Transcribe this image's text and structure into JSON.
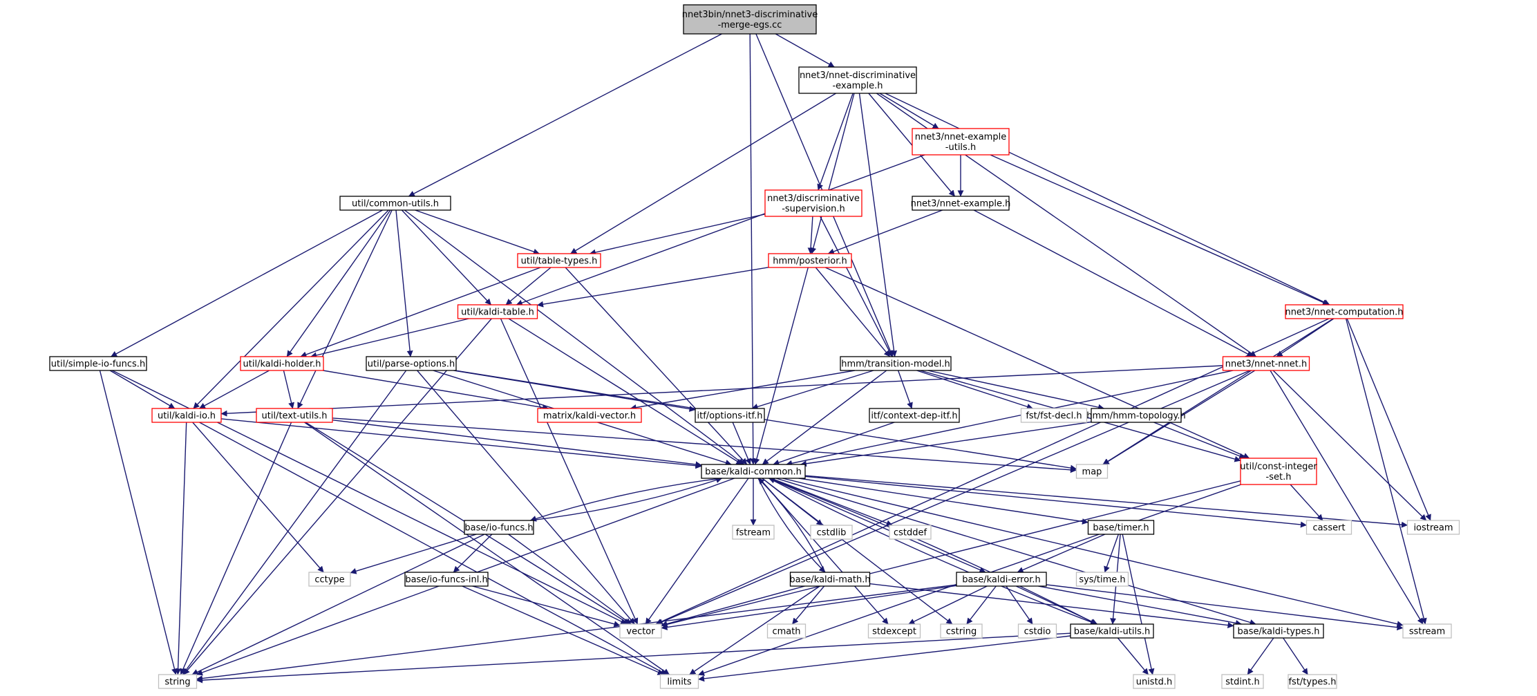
{
  "graph": {
    "colors": {
      "edge": "#191970",
      "root_fill": "#bfbfbf",
      "file_border": "#000000",
      "expandable_border": "#ff0000",
      "system_border": "#bfbfbf"
    },
    "nodes": [
      {
        "id": "root",
        "kind": "root",
        "lines": [
          "nnet3bin/nnet3-discriminative",
          "-merge-egs.cc"
        ]
      },
      {
        "id": "nde",
        "kind": "file",
        "lines": [
          "nnet3/nnet-discriminative",
          "-example.h"
        ]
      },
      {
        "id": "neu",
        "kind": "expandable",
        "lines": [
          "nnet3/nnet-example",
          "-utils.h"
        ]
      },
      {
        "id": "cu",
        "kind": "file",
        "lines": [
          "util/common-utils.h"
        ]
      },
      {
        "id": "ds",
        "kind": "expandable",
        "lines": [
          "nnet3/discriminative",
          "-supervision.h"
        ]
      },
      {
        "id": "ne",
        "kind": "file",
        "lines": [
          "nnet3/nnet-example.h"
        ]
      },
      {
        "id": "tt",
        "kind": "expandable",
        "lines": [
          "util/table-types.h"
        ]
      },
      {
        "id": "post",
        "kind": "expandable",
        "lines": [
          "hmm/posterior.h"
        ]
      },
      {
        "id": "kt",
        "kind": "expandable",
        "lines": [
          "util/kaldi-table.h"
        ]
      },
      {
        "id": "nc",
        "kind": "expandable",
        "lines": [
          "nnet3/nnet-computation.h"
        ]
      },
      {
        "id": "sio",
        "kind": "file",
        "lines": [
          "util/simple-io-funcs.h"
        ]
      },
      {
        "id": "kh",
        "kind": "expandable",
        "lines": [
          "util/kaldi-holder.h"
        ]
      },
      {
        "id": "po",
        "kind": "file",
        "lines": [
          "util/parse-options.h"
        ]
      },
      {
        "id": "tm",
        "kind": "file",
        "lines": [
          "hmm/transition-model.h"
        ]
      },
      {
        "id": "nn",
        "kind": "expandable",
        "lines": [
          "nnet3/nnet-nnet.h"
        ]
      },
      {
        "id": "kio",
        "kind": "expandable",
        "lines": [
          "util/kaldi-io.h"
        ]
      },
      {
        "id": "tu",
        "kind": "expandable",
        "lines": [
          "util/text-utils.h"
        ]
      },
      {
        "id": "kv",
        "kind": "expandable",
        "lines": [
          "matrix/kaldi-vector.h"
        ]
      },
      {
        "id": "oi",
        "kind": "file",
        "lines": [
          "itf/options-itf.h"
        ]
      },
      {
        "id": "cd",
        "kind": "file",
        "lines": [
          "itf/context-dep-itf.h"
        ]
      },
      {
        "id": "fst",
        "kind": "system",
        "lines": [
          "fst/fst-decl.h"
        ]
      },
      {
        "id": "ht",
        "kind": "file",
        "lines": [
          "hmm/hmm-topology.h"
        ]
      },
      {
        "id": "ci",
        "kind": "expandable",
        "lines": [
          "util/const-integer",
          "-set.h"
        ]
      },
      {
        "id": "map",
        "kind": "system",
        "lines": [
          "map"
        ]
      },
      {
        "id": "kc",
        "kind": "file",
        "lines": [
          "base/kaldi-common.h"
        ]
      },
      {
        "id": "iof",
        "kind": "file",
        "lines": [
          "base/io-funcs.h"
        ]
      },
      {
        "id": "fstream",
        "kind": "system",
        "lines": [
          "fstream"
        ]
      },
      {
        "id": "cstdlib",
        "kind": "system",
        "lines": [
          "cstdlib"
        ]
      },
      {
        "id": "cstddef",
        "kind": "system",
        "lines": [
          "cstddef"
        ]
      },
      {
        "id": "timer",
        "kind": "file",
        "lines": [
          "base/timer.h"
        ]
      },
      {
        "id": "cassert",
        "kind": "system",
        "lines": [
          "cassert"
        ]
      },
      {
        "id": "iostream",
        "kind": "system",
        "lines": [
          "iostream"
        ]
      },
      {
        "id": "cctype",
        "kind": "system",
        "lines": [
          "cctype"
        ]
      },
      {
        "id": "iofi",
        "kind": "file",
        "lines": [
          "base/io-funcs-inl.h"
        ]
      },
      {
        "id": "km",
        "kind": "file",
        "lines": [
          "base/kaldi-math.h"
        ]
      },
      {
        "id": "ke",
        "kind": "file",
        "lines": [
          "base/kaldi-error.h"
        ]
      },
      {
        "id": "systime",
        "kind": "system",
        "lines": [
          "sys/time.h"
        ]
      },
      {
        "id": "vector",
        "kind": "system",
        "lines": [
          "vector"
        ]
      },
      {
        "id": "cmath",
        "kind": "system",
        "lines": [
          "cmath"
        ]
      },
      {
        "id": "stdexcept",
        "kind": "system",
        "lines": [
          "stdexcept"
        ]
      },
      {
        "id": "cstring",
        "kind": "system",
        "lines": [
          "cstring"
        ]
      },
      {
        "id": "cstdio",
        "kind": "system",
        "lines": [
          "cstdio"
        ]
      },
      {
        "id": "ku",
        "kind": "file",
        "lines": [
          "base/kaldi-utils.h"
        ]
      },
      {
        "id": "kty",
        "kind": "file",
        "lines": [
          "base/kaldi-types.h"
        ]
      },
      {
        "id": "sstream",
        "kind": "system",
        "lines": [
          "sstream"
        ]
      },
      {
        "id": "string",
        "kind": "system",
        "lines": [
          "string"
        ]
      },
      {
        "id": "limits",
        "kind": "system",
        "lines": [
          "limits"
        ]
      },
      {
        "id": "unistd",
        "kind": "system",
        "lines": [
          "unistd.h"
        ]
      },
      {
        "id": "stdint",
        "kind": "system",
        "lines": [
          "stdint.h"
        ]
      },
      {
        "id": "fsttypes",
        "kind": "system",
        "lines": [
          "fst/types.h"
        ]
      }
    ],
    "edges": [
      [
        "root",
        "cu"
      ],
      [
        "root",
        "kc"
      ],
      [
        "root",
        "nde"
      ],
      [
        "root",
        "tm"
      ],
      [
        "nde",
        "tt"
      ],
      [
        "nde",
        "post"
      ],
      [
        "nde",
        "ds"
      ],
      [
        "nde",
        "ne"
      ],
      [
        "nde",
        "neu"
      ],
      [
        "nde",
        "tm"
      ],
      [
        "nde",
        "nn"
      ],
      [
        "nde",
        "nc"
      ],
      [
        "neu",
        "ne"
      ],
      [
        "neu",
        "kt"
      ],
      [
        "neu",
        "nc"
      ],
      [
        "ds",
        "tt"
      ],
      [
        "ds",
        "post"
      ],
      [
        "ds",
        "tm"
      ],
      [
        "ne",
        "post"
      ],
      [
        "ne",
        "nn"
      ],
      [
        "cu",
        "sio"
      ],
      [
        "cu",
        "tt"
      ],
      [
        "cu",
        "kt"
      ],
      [
        "cu",
        "kh"
      ],
      [
        "cu",
        "kio"
      ],
      [
        "cu",
        "tu"
      ],
      [
        "cu",
        "po"
      ],
      [
        "cu",
        "kc"
      ],
      [
        "tt",
        "kt"
      ],
      [
        "tt",
        "kh"
      ],
      [
        "tt",
        "kc"
      ],
      [
        "post",
        "kt"
      ],
      [
        "post",
        "tm"
      ],
      [
        "post",
        "ci"
      ],
      [
        "post",
        "kc"
      ],
      [
        "kt",
        "kh"
      ],
      [
        "kt",
        "kc"
      ],
      [
        "kt",
        "string"
      ],
      [
        "kt",
        "vector"
      ],
      [
        "nc",
        "nn"
      ],
      [
        "nc",
        "map"
      ],
      [
        "nc",
        "vector"
      ],
      [
        "nc",
        "iostream"
      ],
      [
        "nc",
        "sstream"
      ],
      [
        "sio",
        "kio"
      ],
      [
        "sio",
        "string"
      ],
      [
        "sio",
        "vector"
      ],
      [
        "kh",
        "kio"
      ],
      [
        "kh",
        "tu"
      ],
      [
        "kh",
        "kv"
      ],
      [
        "po",
        "kc"
      ],
      [
        "po",
        "oi"
      ],
      [
        "po",
        "map"
      ],
      [
        "po",
        "string"
      ],
      [
        "po",
        "vector"
      ],
      [
        "tm",
        "kc"
      ],
      [
        "tm",
        "oi"
      ],
      [
        "tm",
        "cd"
      ],
      [
        "tm",
        "fst"
      ],
      [
        "tm",
        "ht"
      ],
      [
        "tm",
        "ci"
      ],
      [
        "tm",
        "kv"
      ],
      [
        "nn",
        "kio"
      ],
      [
        "nn",
        "kc"
      ],
      [
        "nn",
        "map"
      ],
      [
        "nn",
        "vector"
      ],
      [
        "nn",
        "iostream"
      ],
      [
        "nn",
        "sstream"
      ],
      [
        "kio",
        "kc"
      ],
      [
        "kio",
        "cctype"
      ],
      [
        "kio",
        "string"
      ],
      [
        "kio",
        "limits"
      ],
      [
        "tu",
        "kc"
      ],
      [
        "tu",
        "map"
      ],
      [
        "tu",
        "string"
      ],
      [
        "tu",
        "vector"
      ],
      [
        "tu",
        "limits"
      ],
      [
        "oi",
        "kc"
      ],
      [
        "cd",
        "kc"
      ],
      [
        "ht",
        "kc"
      ],
      [
        "ht",
        "ci"
      ],
      [
        "ci",
        "vector"
      ],
      [
        "ci",
        "cassert"
      ],
      [
        "ci",
        "limits"
      ],
      [
        "kc",
        "iof"
      ],
      [
        "kc",
        "fstream"
      ],
      [
        "kc",
        "cstdlib"
      ],
      [
        "kc",
        "cstddef"
      ],
      [
        "kc",
        "timer"
      ],
      [
        "kc",
        "cassert"
      ],
      [
        "kc",
        "iostream"
      ],
      [
        "kc",
        "km"
      ],
      [
        "kc",
        "ke"
      ],
      [
        "kc",
        "vector"
      ],
      [
        "kc",
        "string"
      ],
      [
        "kc",
        "stdexcept"
      ],
      [
        "kc",
        "cstring"
      ],
      [
        "kc",
        "ku"
      ],
      [
        "kc",
        "kty"
      ],
      [
        "kc",
        "sstream"
      ],
      [
        "iof",
        "kc"
      ],
      [
        "iof",
        "iofi"
      ],
      [
        "iof",
        "cctype"
      ],
      [
        "iof",
        "vector"
      ],
      [
        "iof",
        "string"
      ],
      [
        "iofi",
        "vector"
      ],
      [
        "iofi",
        "limits"
      ],
      [
        "timer",
        "ke"
      ],
      [
        "timer",
        "ku"
      ],
      [
        "timer",
        "systime"
      ],
      [
        "timer",
        "unistd"
      ],
      [
        "km",
        "kc"
      ],
      [
        "km",
        "vector"
      ],
      [
        "km",
        "cmath"
      ],
      [
        "km",
        "limits"
      ],
      [
        "km",
        "kty"
      ],
      [
        "ke",
        "vector"
      ],
      [
        "ke",
        "stdexcept"
      ],
      [
        "ke",
        "cstring"
      ],
      [
        "ke",
        "cstdio"
      ],
      [
        "ke",
        "ku"
      ],
      [
        "ke",
        "kty"
      ],
      [
        "ke",
        "sstream"
      ],
      [
        "ke",
        "string"
      ],
      [
        "ku",
        "kc"
      ],
      [
        "ku",
        "string"
      ],
      [
        "ku",
        "limits"
      ],
      [
        "ku",
        "unistd"
      ],
      [
        "kty",
        "stdint"
      ],
      [
        "kty",
        "fsttypes"
      ]
    ]
  }
}
